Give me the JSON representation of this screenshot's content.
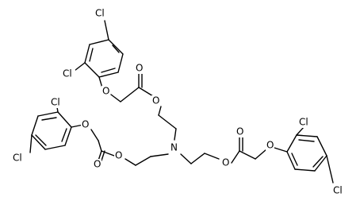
{
  "molecule": {
    "atoms": [
      {
        "id": "cl1",
        "element": "Cl"
      },
      {
        "id": "cl2",
        "element": "Cl"
      },
      {
        "id": "cl3",
        "element": "Cl"
      },
      {
        "id": "cl4",
        "element": "Cl"
      },
      {
        "id": "cl5",
        "element": "Cl"
      },
      {
        "id": "cl6",
        "element": "Cl"
      },
      {
        "id": "o1",
        "element": "O"
      },
      {
        "id": "o2",
        "element": "O"
      },
      {
        "id": "o3",
        "element": "O"
      },
      {
        "id": "o4",
        "element": "O"
      },
      {
        "id": "o5",
        "element": "O"
      },
      {
        "id": "o6",
        "element": "O"
      },
      {
        "id": "o7",
        "element": "O"
      },
      {
        "id": "o8",
        "element": "O"
      },
      {
        "id": "o9",
        "element": "O"
      },
      {
        "id": "n1",
        "element": "N"
      }
    ]
  }
}
